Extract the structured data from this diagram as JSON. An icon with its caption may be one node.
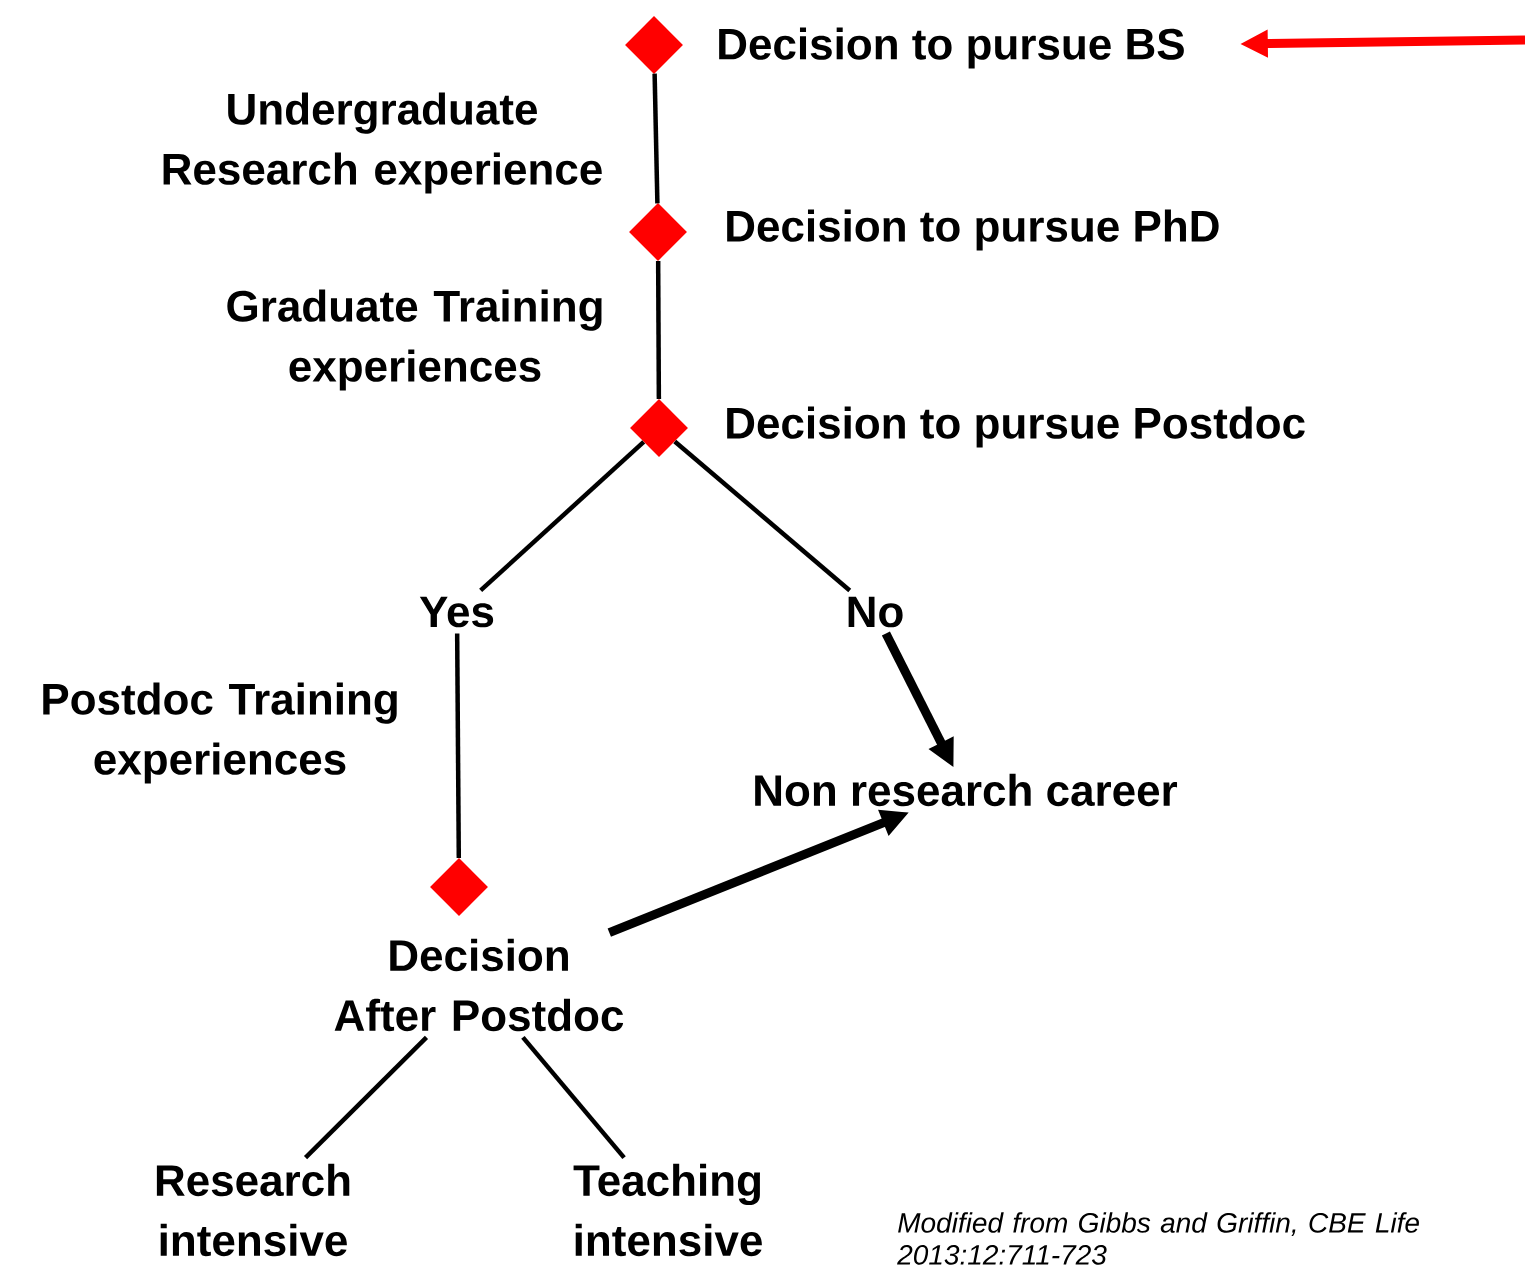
{
  "diagram": {
    "nodes": [
      {
        "text": [],
        "shape": "diamond",
        "beside": [
          "Decision to pursue BS"
        ]
      },
      {
        "text": [],
        "shape": "diamond",
        "beside": [
          "Decision to pursue PhD"
        ]
      },
      {
        "text": [],
        "shape": "diamond",
        "beside": [
          "Decision to pursue Postdoc"
        ]
      },
      {
        "text": [
          "Yes"
        ]
      },
      {
        "text": [
          "No"
        ]
      },
      {
        "text": [
          "Non research career"
        ]
      },
      {
        "text": [],
        "shape": "diamond"
      },
      {
        "text": [
          "Decision After Postdoc"
        ]
      },
      {
        "text": [
          "Research intensive"
        ]
      },
      {
        "text": [
          "Teaching intensive"
        ]
      }
    ],
    "edges": [
      {
        "from": 0,
        "to": 1,
        "arrow": "none",
        "label": "Undergraduate Research experience"
      },
      {
        "from": 1,
        "to": 2,
        "arrow": "none",
        "label": "Graduate Training experiences"
      },
      {
        "from": 2,
        "to": 3,
        "arrow": "none"
      },
      {
        "from": 2,
        "to": 4,
        "arrow": "none"
      },
      {
        "from": 4,
        "to": 5,
        "arrow": "to",
        "style": "thick"
      },
      {
        "from": 3,
        "to": 6,
        "arrow": "none",
        "label": "Postdoc Training experiences"
      },
      {
        "from": 7,
        "to": 5,
        "arrow": "to",
        "style": "thick"
      },
      {
        "from": 7,
        "to": 8,
        "arrow": "none"
      },
      {
        "from": 7,
        "to": 9,
        "arrow": "none"
      },
      {
        "from": null,
        "to": 0,
        "arrow": "to",
        "style": "thick",
        "color": "#ff0000"
      }
    ],
    "labels": [
      "*Modified from Gibbs and Griffin, CBE Life 2013:12:711-723*"
    ]
  }
}
